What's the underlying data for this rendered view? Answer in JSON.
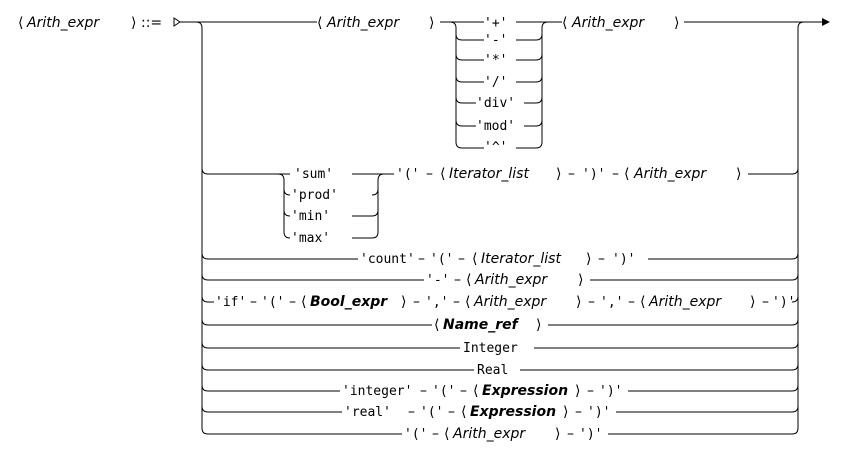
{
  "head": {
    "lhs": "Arith_expr",
    "assign": "::="
  },
  "branches": {
    "binop": {
      "left": "Arith_expr",
      "right": "Arith_expr",
      "ops": [
        "'+'",
        "'-'",
        "'*'",
        "'/'",
        "'div'",
        "'mod'",
        "'^'"
      ]
    },
    "agg": {
      "funcs": [
        "'sum'",
        "'prod'",
        "'min'",
        "'max'"
      ],
      "open": "'('",
      "iter": "Iterator_list",
      "close": "')'",
      "expr": "Arith_expr"
    },
    "count": {
      "kw": "'count'",
      "open": "'('",
      "iter": "Iterator_list",
      "close": "')'"
    },
    "neg": {
      "op": "'-'",
      "expr": "Arith_expr"
    },
    "if": {
      "kw": "'if'",
      "open": "'('",
      "cond": "Bool_expr",
      "comma1": "','",
      "then": "Arith_expr",
      "comma2": "','",
      "else": "Arith_expr",
      "close": "')'"
    },
    "nameref": "Name_ref",
    "integer": "Integer",
    "real": "Real",
    "int_conv": {
      "kw": "'integer'",
      "open": "'('",
      "expr": "Expression",
      "close": "')'"
    },
    "real_conv": {
      "kw": "'real'",
      "open": "'('",
      "expr": "Expression",
      "close": "')'"
    },
    "paren": {
      "open": "'('",
      "expr": "Arith_expr",
      "close": "')'"
    }
  }
}
